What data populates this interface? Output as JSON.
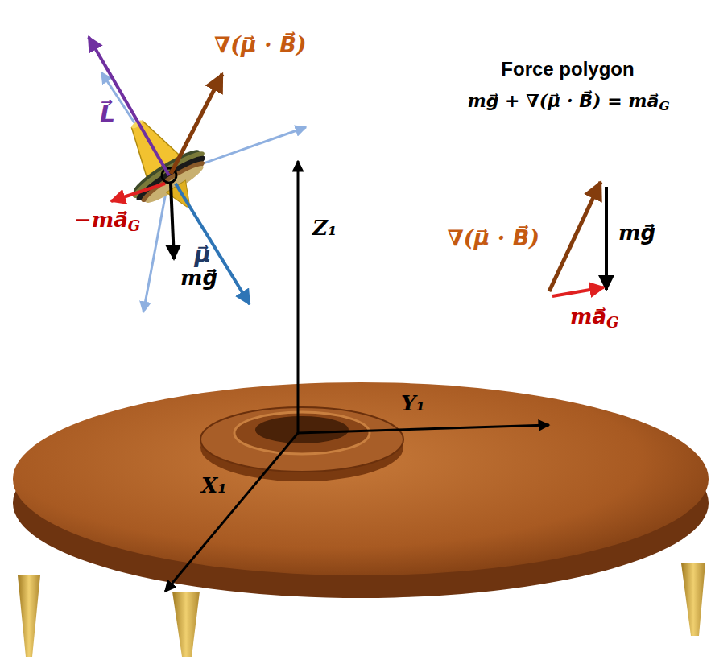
{
  "diagram": {
    "labels": [
      "L⃗",
      "∇(μ⃗ · B⃗)",
      "Force polygon",
      "mg⃗ + ∇(μ⃗ · B⃗) = ma⃗G",
      "−ma⃗G",
      "mg⃗",
      "μ⃗",
      "Z₁",
      "∇(μ⃗ · B⃗)",
      "mg⃗",
      "ma⃗G",
      "Y₁",
      "X₁"
    ]
  }
}
